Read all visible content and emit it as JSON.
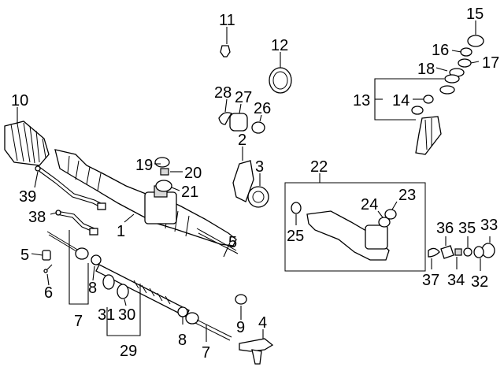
{
  "callouts": {
    "c1": "1",
    "c2": "2",
    "c3": "3",
    "c4": "4",
    "c5a": "5",
    "c5b": "5",
    "c6": "6",
    "c7a": "7",
    "c7b": "7",
    "c8a": "8",
    "c8b": "8",
    "c9": "9",
    "c10": "10",
    "c11": "11",
    "c12": "12",
    "c13": "13",
    "c14": "14",
    "c15": "15",
    "c16": "16",
    "c17": "17",
    "c18": "18",
    "c19": "19",
    "c20": "20",
    "c21": "21",
    "c22": "22",
    "c23": "23",
    "c24": "24",
    "c25": "25",
    "c26": "26",
    "c27": "27",
    "c28": "28",
    "c29": "29",
    "c30": "30",
    "c31": "31",
    "c32": "32",
    "c33": "33",
    "c34": "34",
    "c35": "35",
    "c36": "36",
    "c37": "37",
    "c38": "38",
    "c39": "39"
  }
}
